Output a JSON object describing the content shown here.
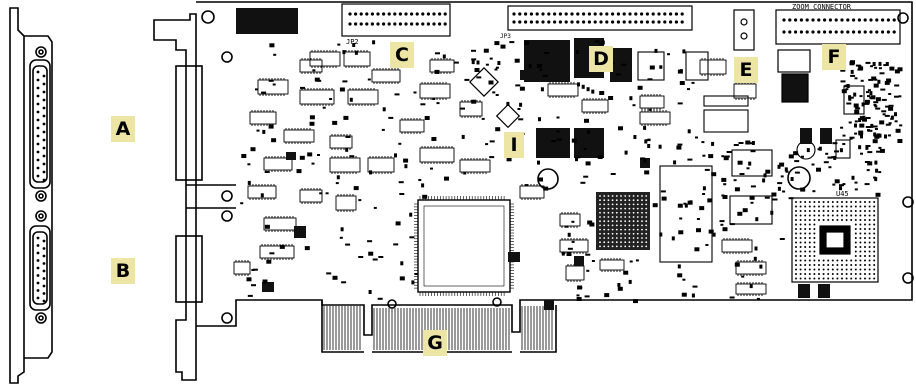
{
  "callouts": {
    "A": "A",
    "B": "B",
    "C": "C",
    "D": "D",
    "E": "E",
    "F": "F",
    "G": "G",
    "I": "I"
  },
  "silkscreen": {
    "zoom_connector": "ZOOM CONNECTOR",
    "jp2": "JP2",
    "jp3": "JP3",
    "u45": "U45"
  },
  "colors": {
    "callout_bg": "#ece5a6",
    "ink": "#000000",
    "board": "#ffffff"
  }
}
